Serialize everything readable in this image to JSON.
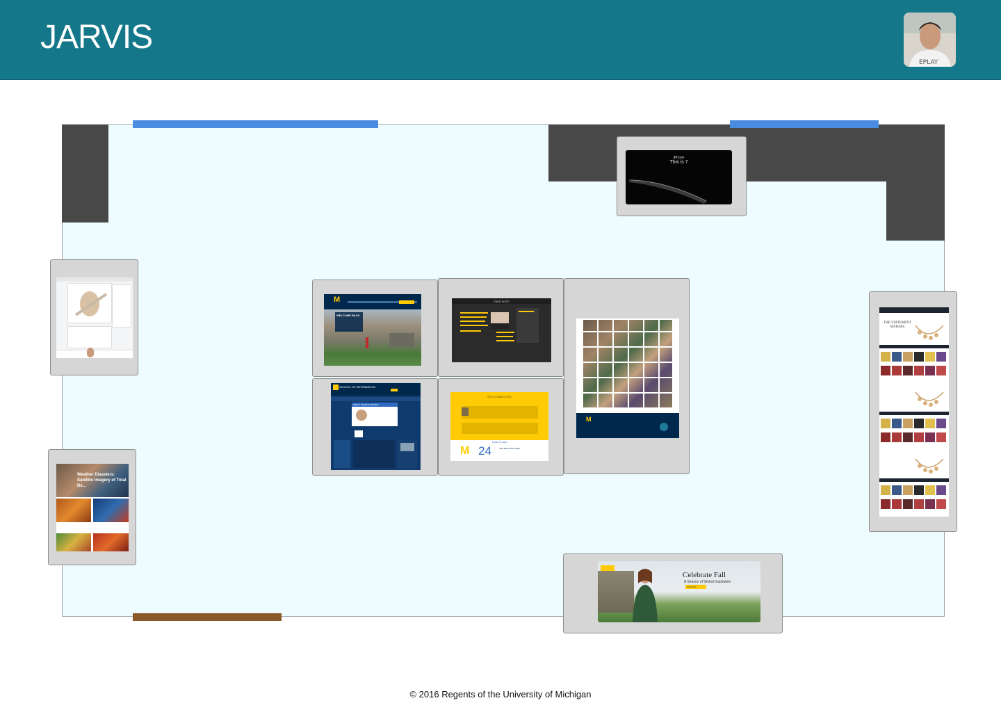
{
  "header": {
    "title": "JARVIS",
    "background": "#15788a"
  },
  "room": {
    "floor_color": "#eefcff",
    "wall_color": "#484848",
    "door_colors": [
      "#4a8ce0",
      "#4a8ce0",
      "#8b5a2b"
    ]
  },
  "cards": {
    "iphone": {
      "brand": "iPhone",
      "headline": "This is 7"
    },
    "umich_home": {
      "banner": "WELCOME BACK"
    },
    "take_note": {
      "heading": "TAKE NOTE"
    },
    "si_home": {
      "logo_text": "SCHOOL OF INFORMATION",
      "feature": "DEBUT SEMINAR SERIES"
    },
    "get_connected": {
      "heading": "GET CONNECTED",
      "stat": "24",
      "caption": "CAMPUS VIEW",
      "sub": "THE MICHIGAN TIME"
    },
    "weather": {
      "overlay": "Weather Disasters: Satellite Imagery of Total De..."
    },
    "statement": {
      "title": "THE STATEMENT MAKERS"
    },
    "natgeo": {
      "title": "Celebrate Fall",
      "subtitle": "A Season of Global Inspiration",
      "cta": "Shop Now"
    }
  },
  "footer": {
    "text": "© 2016 Regents of the University of Michigan"
  }
}
